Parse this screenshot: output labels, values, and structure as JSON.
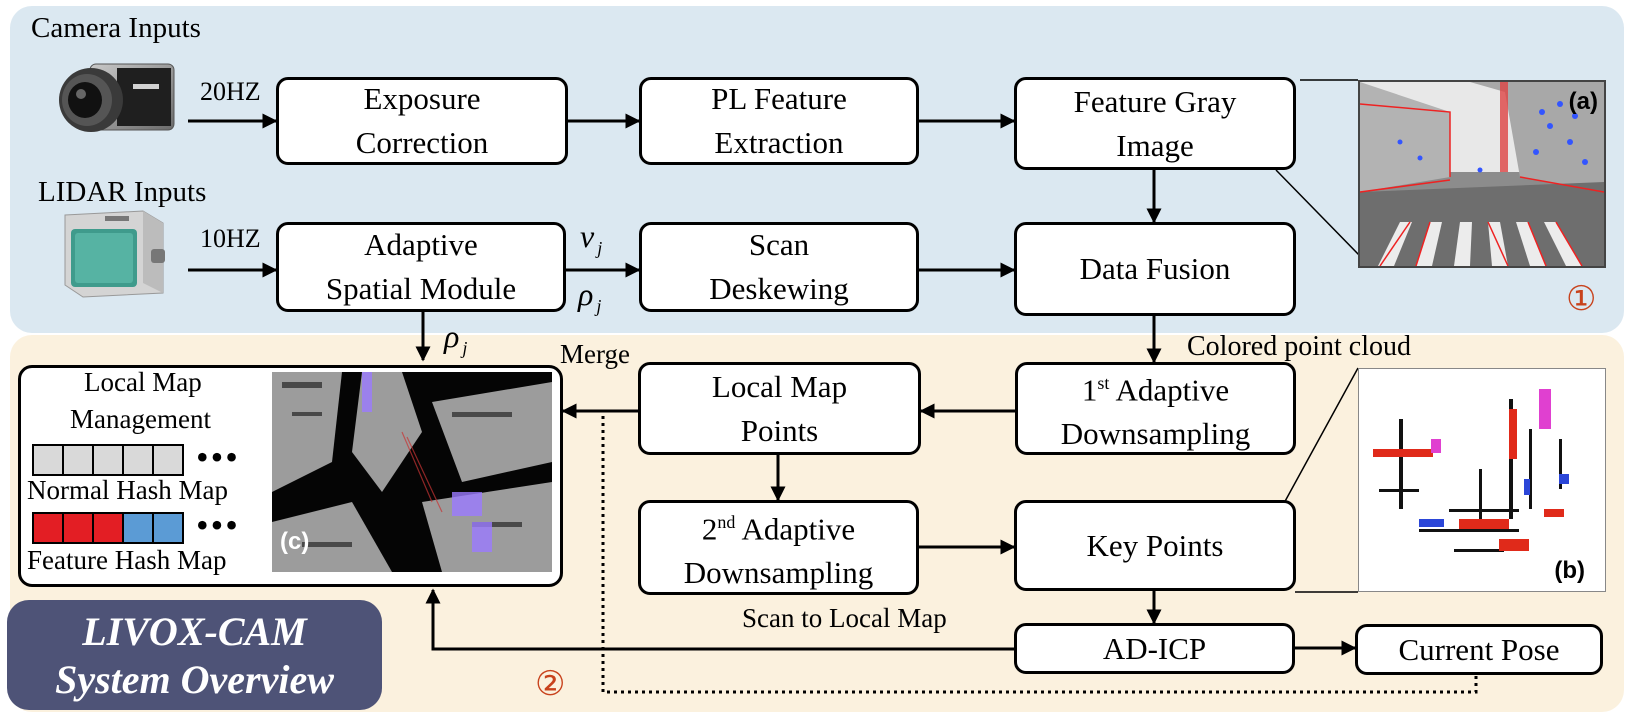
{
  "inputs": {
    "camera_title": "Camera Inputs",
    "camera_rate": "20HZ",
    "lidar_title": "LIDAR Inputs",
    "lidar_rate": "10HZ"
  },
  "boxes": {
    "exposure_l1": "Exposure",
    "exposure_l2": "Correction",
    "pl_l1": "PL Feature",
    "pl_l2": "Extraction",
    "gray_l1": "Feature Gray",
    "gray_l2": "Image",
    "adaptive_l1": "Adaptive",
    "adaptive_l2": "Spatial Module",
    "scan_l1": "Scan",
    "scan_l2": "Deskewing",
    "fusion": "Data Fusion",
    "ds1_sup": "st",
    "ds1_pre": "1",
    "ds1_l1": " Adaptive",
    "ds1_l2": "Downsampling",
    "local_l1": "Local Map",
    "local_l2": "Points",
    "ds2_pre": "2",
    "ds2_sup": "nd",
    "ds2_l1": " Adaptive",
    "ds2_l2": "Downsampling",
    "key": "Key Points",
    "adicp": "AD-ICP",
    "pose": "Current Pose"
  },
  "symbols": {
    "v": "v",
    "rho": "ρ",
    "sub_j": "j"
  },
  "labels": {
    "merge": "Merge",
    "colored": "Colored point cloud",
    "scan_to_local": "Scan to Local Map",
    "circle1": "①",
    "circle2": "②"
  },
  "map_panel": {
    "title_l1": "Local Map",
    "title_l2": "Management",
    "normal": "Normal Hash Map",
    "feature": "Feature Hash Map",
    "dots": "•••",
    "tag_c": "(c)"
  },
  "images": {
    "tag_a": "(a)",
    "tag_b": "(b)"
  },
  "title_card": {
    "line1": "LIVOX-CAM",
    "line2": "System Overview"
  },
  "colors": {
    "panel1_bg": "#dbe8f1",
    "panel2_bg": "#fbf1de",
    "title_card_bg": "#4e5377",
    "accent_red": "#c8421c",
    "feature_red": "#e31e24",
    "feature_blue": "#5b9bd5",
    "normal_gray": "#d9d9d9"
  }
}
